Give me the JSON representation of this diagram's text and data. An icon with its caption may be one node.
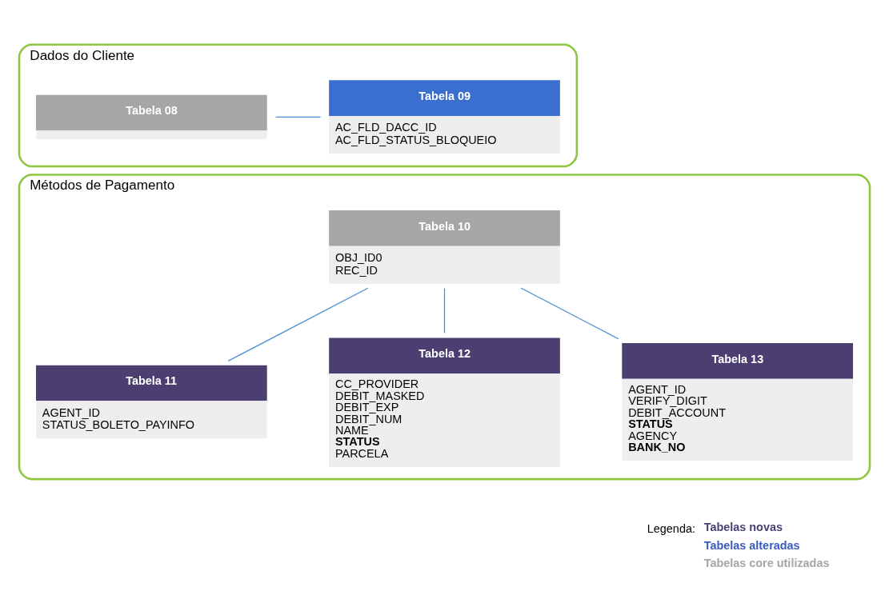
{
  "diagram": {
    "nodes": [
      {
        "text": [
          "Dados do Cliente"
        ]
      },
      {
        "text": [
          "Tabela 08"
        ],
        "in": 0
      },
      {
        "text": [
          "Tabela 09",
          "AC_FLD_DACC_ID",
          "AC_FLD_STATUS_BLOQUEIO"
        ],
        "in": 0
      },
      {
        "text": [
          "Métodos de Pagamento"
        ]
      },
      {
        "text": [
          "Tabela 10",
          "OBJ_ID0",
          "REC_ID"
        ],
        "in": 3
      },
      {
        "text": [
          "Tabela 11",
          "AGENT_ID",
          "STATUS_BOLETO_PAYINFO"
        ],
        "in": 3
      },
      {
        "text": [
          "Tabela 12",
          "CC_PROVIDER",
          "DEBIT_MASKED",
          "DEBIT_EXP",
          "DEBIT_NUM",
          "NAME",
          "STATUS",
          "PARCELA"
        ],
        "in": 3
      },
      {
        "text": [
          "Tabela 13",
          "AGENT_ID",
          "VERIFY_DIGIT",
          "DEBIT_ACCOUNT",
          "STATUS",
          "AGENCY",
          "BANK_NO"
        ],
        "in": 3
      }
    ],
    "edges": [
      {
        "from": 1,
        "to": 2,
        "arrow": "none"
      },
      {
        "from": 4,
        "to": 5,
        "arrow": "none"
      },
      {
        "from": 4,
        "to": 6,
        "arrow": "none"
      },
      {
        "from": 4,
        "to": 7,
        "arrow": "none"
      }
    ],
    "labels": [
      "Legenda:"
    ],
    "legend": [
      {
        "text": "Tabelas novas",
        "color": "#4b3f72"
      },
      {
        "text": "Tabelas alteradas",
        "color": "#3a5bbf"
      },
      {
        "text": "Tabelas core utilizadas",
        "color": "#a6a6a6"
      }
    ]
  }
}
